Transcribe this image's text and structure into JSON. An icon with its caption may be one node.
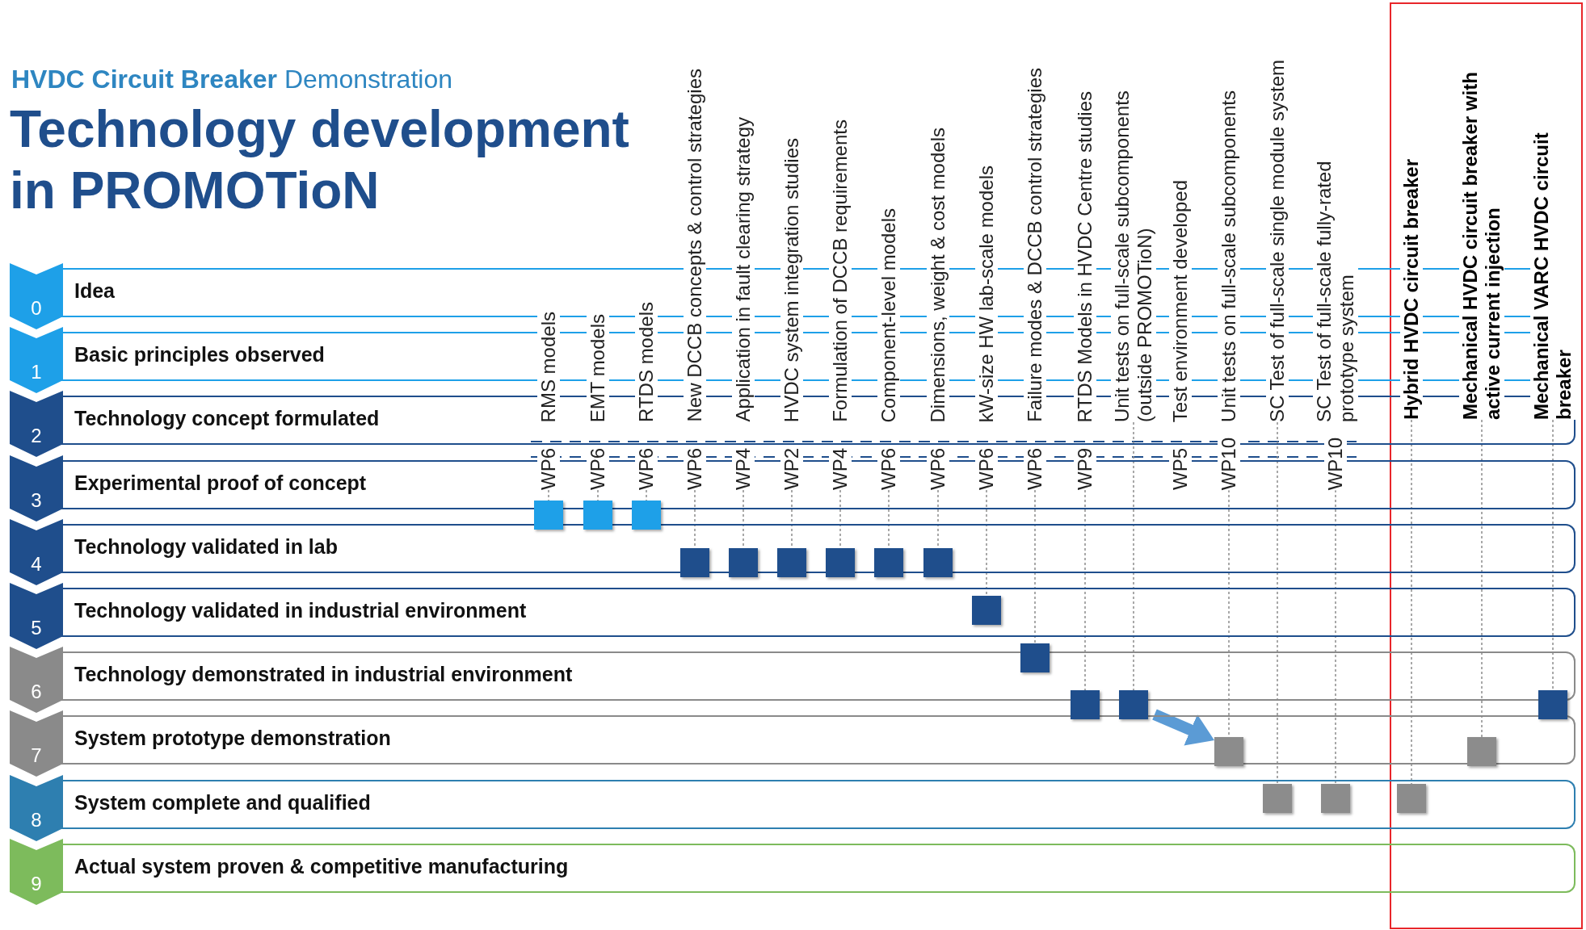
{
  "diagram": {
    "title": "Technology development in PROMOTioN",
    "labels": [
      "**HVDC Circuit Breaker** Demonstration"
    ],
    "nodes": [
      {
        "text": [
          "Idea",
          "0"
        ]
      },
      {
        "text": [
          "Basic principles observed",
          "1"
        ]
      },
      {
        "text": [
          "Technology concept formulated",
          "2"
        ]
      },
      {
        "text": [
          "Experimental proof of concept",
          "3"
        ]
      },
      {
        "text": [
          "Technology validated in lab",
          "4"
        ]
      },
      {
        "text": [
          "Technology validated in industrial environment",
          "5"
        ]
      },
      {
        "text": [
          "Technology demonstrated in industrial environment",
          "6"
        ]
      },
      {
        "text": [
          "System prototype demonstration",
          "7"
        ]
      },
      {
        "text": [
          "System complete and qualified",
          "8"
        ]
      },
      {
        "text": [
          "Actual system proven & competitive manufacturing",
          "9"
        ]
      },
      {
        "text": [
          "RMS models",
          "WP6"
        ]
      },
      {
        "text": [
          "EMT models",
          "WP6"
        ]
      },
      {
        "text": [
          "RTDS models",
          "WP6"
        ]
      },
      {
        "text": [
          "New DCCB concepts & control strategies",
          "WP6"
        ]
      },
      {
        "text": [
          "Application in fault clearing strategy",
          "WP4"
        ]
      },
      {
        "text": [
          "HVDC system integration studies",
          "WP2"
        ]
      },
      {
        "text": [
          "Formulation of DCCB requirements",
          "WP4"
        ]
      },
      {
        "text": [
          "Component-level models",
          "WP6"
        ]
      },
      {
        "text": [
          "Dimensions, weight & cost models",
          "WP6"
        ]
      },
      {
        "text": [
          "kW-size HW lab-scale models",
          "WP6"
        ]
      },
      {
        "text": [
          "Failure modes & DCCB control strategies",
          "WP6"
        ]
      },
      {
        "text": [
          "RTDS Models in HVDC Centre studies",
          "WP9"
        ]
      },
      {
        "text": [
          "Unit tests on full-scale subcomponents (outside PROMOTioN)"
        ]
      },
      {
        "text": [
          "Test environment developed",
          "WP5"
        ]
      },
      {
        "text": [
          "Unit tests on full-scale subcomponents",
          "WP10"
        ]
      },
      {
        "text": [
          "SC Test of full-scale single module system"
        ]
      },
      {
        "text": [
          "SC Test of full-scale fully-rated prototype system",
          "WP10"
        ]
      },
      {
        "text": [
          "Hybrid HVDC circuit breaker"
        ]
      },
      {
        "text": [
          "Mechanical HVDC circuit breaker with active current injection"
        ]
      },
      {
        "text": [
          "Mechanical VARC HVDC circuit breaker"
        ]
      },
      {
        "text": [],
        "shape": "box"
      },
      {
        "text": [],
        "shape": "box"
      },
      {
        "text": [],
        "shape": "box"
      },
      {
        "text": [],
        "shape": "box"
      },
      {
        "text": [],
        "shape": "box"
      },
      {
        "text": [],
        "shape": "box"
      },
      {
        "text": [],
        "shape": "box"
      },
      {
        "text": [],
        "shape": "box"
      },
      {
        "text": [],
        "shape": "box"
      },
      {
        "text": [],
        "shape": "box"
      },
      {
        "text": [],
        "shape": "box"
      },
      {
        "text": [],
        "shape": "box"
      },
      {
        "text": [],
        "shape": "box"
      },
      {
        "text": [],
        "shape": "box"
      },
      {
        "text": [],
        "shape": "box"
      },
      {
        "text": [],
        "shape": "box"
      },
      {
        "text": [],
        "shape": "box"
      },
      {
        "text": [],
        "shape": "box"
      },
      {
        "text": [],
        "shape": "box"
      }
    ],
    "edges": [
      {
        "from": 10,
        "to": 30,
        "arrow": "none",
        "style": "dashed"
      },
      {
        "from": 11,
        "to": 31,
        "arrow": "none",
        "style": "dashed"
      },
      {
        "from": 12,
        "to": 32,
        "arrow": "none",
        "style": "dashed"
      },
      {
        "from": 13,
        "to": 33,
        "arrow": "none",
        "style": "dashed"
      },
      {
        "from": 14,
        "to": 34,
        "arrow": "none",
        "style": "dashed"
      },
      {
        "from": 15,
        "to": 35,
        "arrow": "none",
        "style": "dashed"
      },
      {
        "from": 16,
        "to": 36,
        "arrow": "none",
        "style": "dashed"
      },
      {
        "from": 17,
        "to": 37,
        "arrow": "none",
        "style": "dashed"
      },
      {
        "from": 18,
        "to": 38,
        "arrow": "none",
        "style": "dashed"
      },
      {
        "from": 19,
        "to": 39,
        "arrow": "none",
        "style": "dashed"
      },
      {
        "from": 20,
        "to": 40,
        "arrow": "none",
        "style": "dashed"
      },
      {
        "from": 21,
        "to": 41,
        "arrow": "none",
        "style": "dashed"
      },
      {
        "from": 22,
        "to": 42,
        "arrow": "none",
        "style": "dashed"
      },
      {
        "from": 24,
        "to": 43,
        "arrow": "none",
        "style": "dashed"
      },
      {
        "from": 25,
        "to": 44,
        "arrow": "none",
        "style": "dashed"
      },
      {
        "from": 26,
        "to": 45,
        "arrow": "none",
        "style": "dashed"
      },
      {
        "from": 27,
        "to": 46,
        "arrow": "none",
        "style": "dashed"
      },
      {
        "from": 28,
        "to": 47,
        "arrow": "none",
        "style": "dashed"
      },
      {
        "from": 29,
        "to": 48,
        "arrow": "none",
        "style": "dashed"
      },
      {
        "from": 42,
        "to": 43,
        "arrow": "to",
        "style": "thick",
        "color": "#5b9bd5"
      }
    ]
  }
}
